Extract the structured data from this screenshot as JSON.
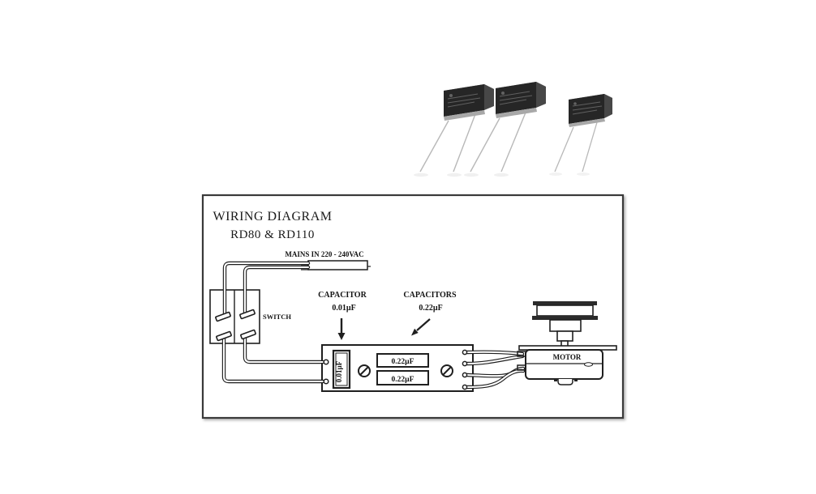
{
  "colors": {
    "background": "#ffffff",
    "line": "#1f1f1f",
    "capacitor_front": "#262626",
    "capacitor_top": "#6b6b6b",
    "capacitor_side": "#474747",
    "capacitor_base_strip": "#a8a8a8"
  },
  "diagram": {
    "title_line1": "WIRING DIAGRAM",
    "title_line2": "RD80 & RD110",
    "mains_label": "MAINS IN 220 - 240VAC",
    "switch_label": "SWITCH",
    "motor_label": "MOTOR",
    "callout_001": {
      "line1": "CAPACITOR",
      "line2": "0.01µF"
    },
    "callout_022": {
      "line1": "CAPACITORS",
      "line2": "0.22µF"
    },
    "board": {
      "cap001_label": "0.01µF",
      "cap022_labels": [
        "0.22µF",
        "0.22µF"
      ]
    }
  }
}
